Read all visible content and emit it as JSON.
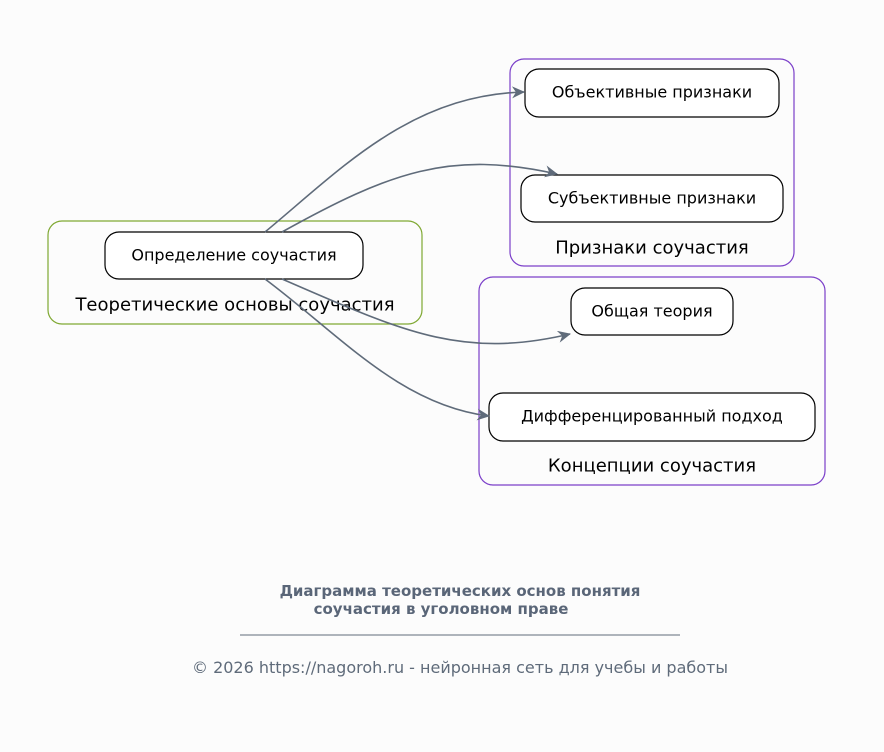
{
  "clusters": [
    {
      "label": "Теоретические основы соучастия",
      "color": "#7fa832",
      "nodes": [
        "Определение соучастия"
      ]
    },
    {
      "label": "Признаки соучастия",
      "color": "#7b3fc9",
      "nodes": [
        "Объективные признаки",
        "Субъективные признаки"
      ]
    },
    {
      "label": "Концепции соучастия",
      "color": "#7b3fc9",
      "nodes": [
        "Общая теория",
        "Дифференцированный подход"
      ]
    }
  ],
  "edges": [
    {
      "from": "Определение соучастия",
      "to": "Объективные признаки"
    },
    {
      "from": "Определение соучастия",
      "to": "Субъективные признаки"
    },
    {
      "from": "Определение соучастия",
      "to": "Общая теория"
    },
    {
      "from": "Определение соучастия",
      "to": "Дифференцированный подход"
    }
  ],
  "title": {
    "line1": "Диаграмма теоретических основ понятия",
    "line2": "соучастия в уголовном праве"
  },
  "footer": "© 2026 https://nagoroh.ru - нейронная сеть для учебы и работы",
  "colors": {
    "edge": "#5f6b7a",
    "background": "#fcfcfc"
  }
}
